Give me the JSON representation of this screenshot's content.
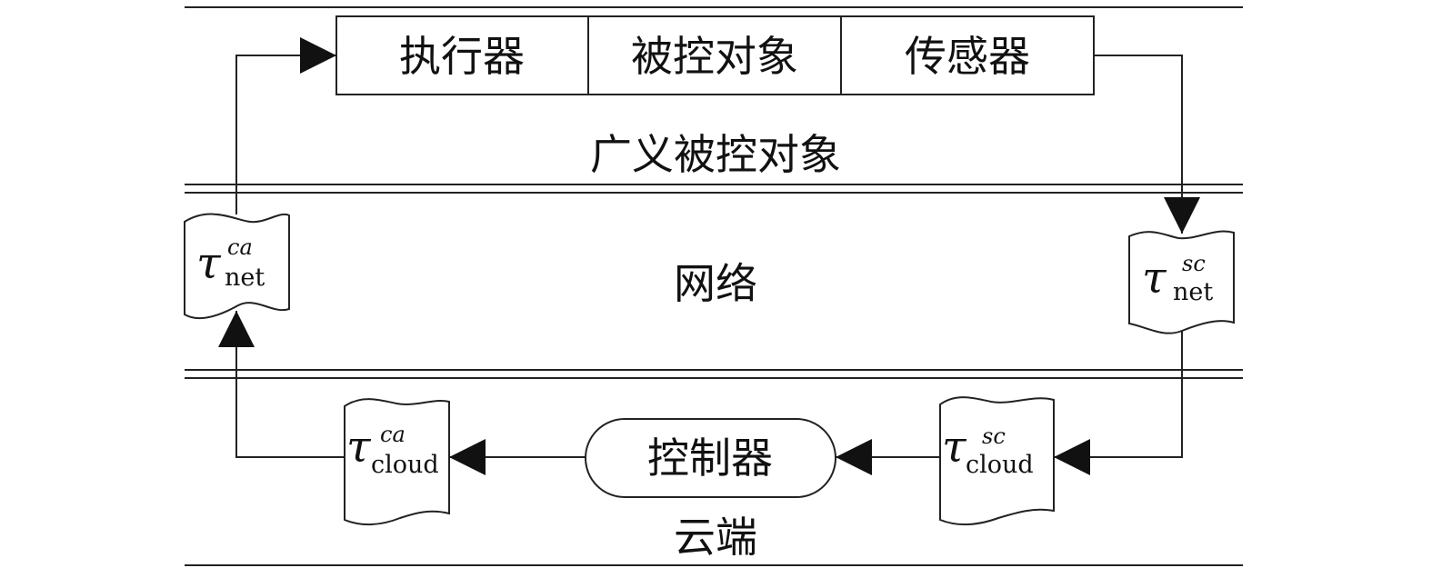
{
  "plant": {
    "blocks": [
      "执行器",
      "被控对象",
      "传感器"
    ],
    "label": "广义被控对象"
  },
  "network": {
    "label": "网络"
  },
  "cloud": {
    "label": "云端"
  },
  "controller": {
    "label": "控制器"
  },
  "delays": {
    "net_ca": {
      "symbol": "τ",
      "sup": "ca",
      "sub": "net"
    },
    "net_sc": {
      "symbol": "τ",
      "sup": "sc",
      "sub": "net"
    },
    "cloud_ca": {
      "symbol": "τ",
      "sup": "ca",
      "sub": "cloud"
    },
    "cloud_sc": {
      "symbol": "τ",
      "sup": "sc",
      "sub": "cloud"
    }
  }
}
